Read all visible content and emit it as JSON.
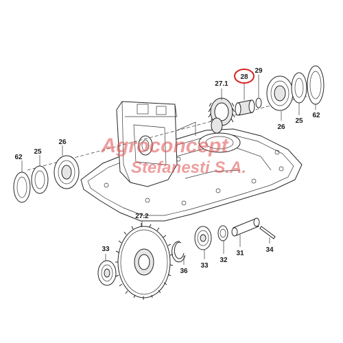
{
  "watermark": {
    "line1": "Agroconcept",
    "line2": "Stefanesti S.A.",
    "color": "#e05050"
  },
  "highlight": {
    "part_number": "28",
    "color": "#d42020"
  },
  "part_labels": [
    "27.1",
    "28",
    "29",
    "26",
    "25",
    "62",
    "62",
    "25",
    "26",
    "27.2",
    "33",
    "36",
    "33",
    "32",
    "31",
    "34"
  ]
}
